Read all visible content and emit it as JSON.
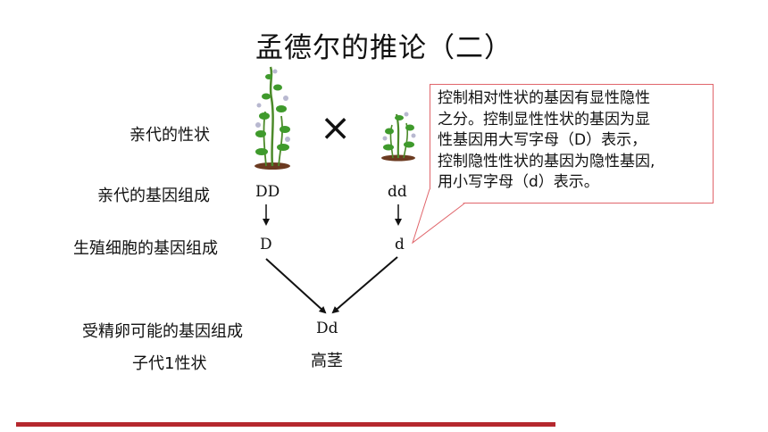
{
  "title": "孟德尔的推论（二）",
  "rows": {
    "parent_trait": "亲代的性状",
    "parent_genotype": "亲代的基因组成",
    "gamete_genotype": "生殖细胞的基因组成",
    "zygote_genotype": "受精卵可能的基因组成",
    "f1_trait": "子代1性状"
  },
  "left_parent": {
    "genotype": "DD",
    "gamete": "D"
  },
  "right_parent": {
    "genotype": "dd",
    "gamete": "d"
  },
  "cross_symbol": "×",
  "offspring": {
    "genotype": "Dd",
    "trait": "高茎"
  },
  "callout_lines": [
    "控制相对性状的基因有显性隐性",
    "之分。控制显性性状的基因为显",
    "性基因用大写字母（D）表示，",
    "控制隐性性状的基因为隐性基因,",
    "用小写字母（d）表示。"
  ],
  "icons": {
    "tall_plant": "tall-pea-plant-icon",
    "short_plant": "short-pea-plant-icon"
  },
  "colors": {
    "accent_bar": "#b5282e",
    "callout_border": "#e0656b",
    "plant_green": "#3f9a2c",
    "soil": "#6b3a20"
  }
}
